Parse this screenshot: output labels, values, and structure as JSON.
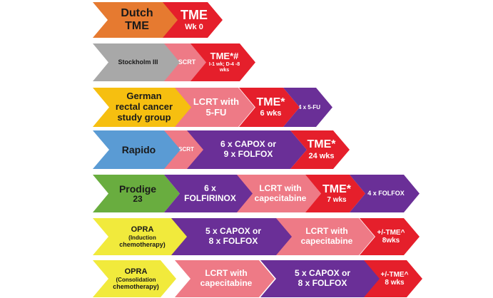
{
  "colors": {
    "orange": "#e67a30",
    "red": "#e51f2b",
    "grey": "#a8a8a8",
    "pink": "#ee7a86",
    "gold": "#f6bf10",
    "purple": "#6a2f97",
    "blue": "#5a9bd4",
    "green": "#69ad3f",
    "lightyellow": "#f1ea3c"
  },
  "rows": [
    {
      "name": "dutch-tme",
      "segments": [
        {
          "color": "orange",
          "text_color": "dark",
          "lines": [
            {
              "t": "Dutch",
              "s": 16
            },
            {
              "t": "TME",
              "s": 16
            }
          ]
        },
        {
          "color": "red",
          "lines": [
            {
              "t": "TME",
              "s": 18
            },
            {
              "t": "Wk 0",
              "s": 11
            }
          ]
        }
      ]
    },
    {
      "name": "stockholm-iii",
      "segments": [
        {
          "color": "grey",
          "text_color": "dark",
          "lines": [
            {
              "t": "Stockholm III",
              "s": 9
            }
          ]
        },
        {
          "color": "pink",
          "lines": [
            {
              "t": "SCRT",
              "s": 9
            }
          ]
        },
        {
          "color": "red",
          "lines": [
            {
              "t": "TME*#",
              "s": 13
            },
            {
              "t": "I-1 wk; D-4 -8",
              "s": 7
            },
            {
              "t": "wks",
              "s": 7
            }
          ]
        }
      ]
    },
    {
      "name": "german-rectal-cancer-study-group",
      "segments": [
        {
          "color": "gold",
          "text_color": "dark",
          "lines": [
            {
              "t": "German",
              "s": 13
            },
            {
              "t": "rectal cancer",
              "s": 13
            },
            {
              "t": "study group",
              "s": 13
            }
          ]
        },
        {
          "color": "pink",
          "lines": [
            {
              "t": "LCRT with",
              "s": 13
            },
            {
              "t": "5-FU",
              "s": 13
            }
          ]
        },
        {
          "color": "red",
          "lines": [
            {
              "t": "TME*",
              "s": 16
            },
            {
              "t": "6 wks",
              "s": 11
            }
          ]
        },
        {
          "color": "purple",
          "lines": [
            {
              "t": "4 x 5-FU",
              "s": 8
            }
          ]
        }
      ]
    },
    {
      "name": "rapido",
      "segments": [
        {
          "color": "blue",
          "text_color": "dark",
          "lines": [
            {
              "t": "Rapido",
              "s": 14
            }
          ]
        },
        {
          "color": "pink",
          "lines": [
            {
              "t": "SCRT",
              "s": 8
            }
          ]
        },
        {
          "color": "purple",
          "lines": [
            {
              "t": "6 x CAPOX or",
              "s": 12
            },
            {
              "t": "9 x FOLFOX",
              "s": 12
            }
          ]
        },
        {
          "color": "red",
          "lines": [
            {
              "t": "TME*",
              "s": 16
            },
            {
              "t": "24 wks",
              "s": 11
            }
          ]
        }
      ]
    },
    {
      "name": "prodige-23",
      "segments": [
        {
          "color": "green",
          "text_color": "dark",
          "lines": [
            {
              "t": "Prodige",
              "s": 14
            },
            {
              "t": "23",
              "s": 12
            }
          ]
        },
        {
          "color": "purple",
          "lines": [
            {
              "t": "6 x",
              "s": 12
            },
            {
              "t": "FOLFIRINOX",
              "s": 12
            }
          ]
        },
        {
          "color": "pink",
          "lines": [
            {
              "t": "LCRT with",
              "s": 12
            },
            {
              "t": "capecitabine",
              "s": 12
            }
          ]
        },
        {
          "color": "red",
          "lines": [
            {
              "t": "TME*",
              "s": 16
            },
            {
              "t": "7 wks",
              "s": 10
            }
          ]
        },
        {
          "color": "purple",
          "lines": [
            {
              "t": "4 x FOLFOX",
              "s": 9
            }
          ]
        }
      ]
    },
    {
      "name": "opra-induction",
      "segments": [
        {
          "color": "lightyellow",
          "text_color": "dark",
          "lines": [
            {
              "t": "OPRA",
              "s": 11
            },
            {
              "t": "(Induction",
              "s": 8
            },
            {
              "t": "chemotherapy)",
              "s": 9
            }
          ]
        },
        {
          "color": "purple",
          "lines": [
            {
              "t": "5 x CAPOX or",
              "s": 12
            },
            {
              "t": "8 x FOLFOX",
              "s": 12
            }
          ]
        },
        {
          "color": "pink",
          "lines": [
            {
              "t": "LCRT with",
              "s": 12
            },
            {
              "t": "capecitabine",
              "s": 12
            }
          ]
        },
        {
          "color": "red",
          "lines": [
            {
              "t": "+/-TME^",
              "s": 10
            },
            {
              "t": "8wks",
              "s": 10
            }
          ]
        }
      ]
    },
    {
      "name": "opra-consolidation",
      "segments": [
        {
          "color": "lightyellow",
          "text_color": "dark",
          "lines": [
            {
              "t": "OPRA",
              "s": 11
            },
            {
              "t": "(Consolidation",
              "s": 8
            },
            {
              "t": "chemotherapy)",
              "s": 9
            }
          ]
        },
        {
          "color": "pink",
          "lines": [
            {
              "t": "LCRT with",
              "s": 12
            },
            {
              "t": "capecitabine",
              "s": 12
            }
          ]
        },
        {
          "color": "purple",
          "lines": [
            {
              "t": "5 x CAPOX or",
              "s": 12
            },
            {
              "t": "8 x FOLFOX",
              "s": 12
            }
          ]
        },
        {
          "color": "red",
          "lines": [
            {
              "t": "+/-TME^",
              "s": 10
            },
            {
              "t": "8 wks",
              "s": 10
            }
          ]
        }
      ]
    }
  ]
}
